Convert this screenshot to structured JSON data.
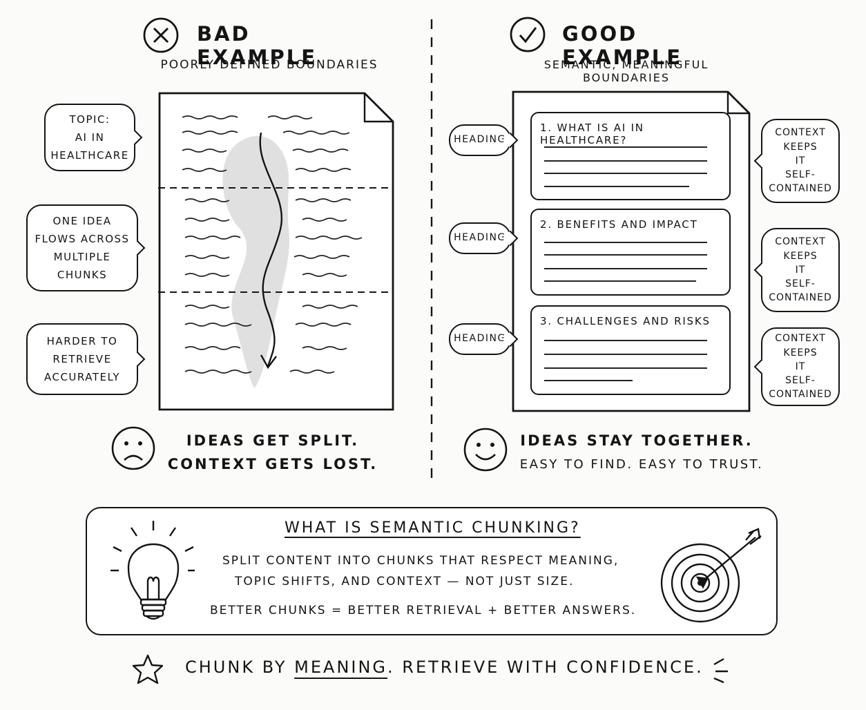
{
  "bad": {
    "title": "BAD EXAMPLE",
    "subtitle": "POORLY DEFINED BOUNDARIES",
    "icon": "x-circle-icon",
    "bubbles": [
      {
        "lines": [
          "TOPIC:",
          "AI IN",
          "HEALTHCARE"
        ]
      },
      {
        "lines": [
          "ONE IDEA",
          "FLOWS ACROSS",
          "MULTIPLE",
          "CHUNKS"
        ]
      },
      {
        "lines": [
          "HARDER TO",
          "RETRIEVE",
          "ACCURATELY"
        ]
      }
    ],
    "caption_line1": "IDEAS GET SPLIT.",
    "caption_line2": "CONTEXT GETS LOST.",
    "face": "sad-face-icon"
  },
  "good": {
    "title": "GOOD EXAMPLE",
    "subtitle": "SEMANTIC, MEANINGFUL BOUNDARIES",
    "icon": "check-circle-icon",
    "sections": [
      {
        "heading_label": "HEADING",
        "title": "1. WHAT IS AI IN HEALTHCARE?",
        "context": [
          "CONTEXT",
          "KEEPS",
          "IT",
          "SELF-",
          "CONTAINED"
        ]
      },
      {
        "heading_label": "HEADING",
        "title": "2. BENEFITS AND IMPACT",
        "context": [
          "CONTEXT",
          "KEEPS",
          "IT",
          "SELF-",
          "CONTAINED"
        ]
      },
      {
        "heading_label": "HEADING",
        "title": "3. CHALLENGES AND RISKS",
        "context": [
          "CONTEXT",
          "KEEPS",
          "IT",
          "SELF-",
          "CONTAINED"
        ]
      }
    ],
    "caption_line1": "IDEAS STAY TOGETHER.",
    "caption_line2": "EASY TO FIND. EASY TO TRUST.",
    "face": "happy-face-icon"
  },
  "definition": {
    "heading": "WHAT IS SEMANTIC CHUNKING?",
    "line1": "SPLIT CONTENT INTO CHUNKS THAT RESPECT MEANING,",
    "line2": "TOPIC SHIFTS, AND CONTEXT — NOT JUST SIZE.",
    "line3": "BETTER CHUNKS = BETTER RETRIEVAL + BETTER ANSWERS.",
    "left_icon": "lightbulb-icon",
    "right_icon": "target-arrow-icon"
  },
  "footer": {
    "part1": "CHUNK BY",
    "emphasis": "MEANING",
    "part2": ". RETRIEVE WITH CONFIDENCE.",
    "icon": "star-icon"
  }
}
